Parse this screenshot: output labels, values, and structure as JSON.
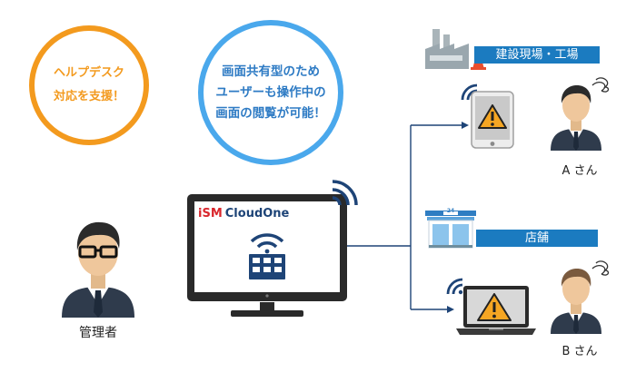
{
  "circles": {
    "helpdesk": {
      "line1": "ヘルプデスク",
      "line2": "対応を支援！"
    },
    "shared": {
      "line1": "画面共有型のため",
      "line2": "ユーザーも操作中の",
      "line3": "画面の閲覧が可能！"
    }
  },
  "admin": {
    "label": "管理者"
  },
  "monitor": {
    "brand_prefix": "iSM",
    "brand_name": "CloudOne"
  },
  "sites": {
    "construction": {
      "title": "建設現場・工場",
      "user_label": "A さん"
    },
    "store": {
      "title": "店舗",
      "user_label": "B さん",
      "sign_number": "24"
    }
  },
  "colors": {
    "orange": "#F39A1E",
    "blue": "#4AA8EC",
    "navy": "#1E4477",
    "banner": "#1B7BC0",
    "alert": "#F5A623"
  }
}
